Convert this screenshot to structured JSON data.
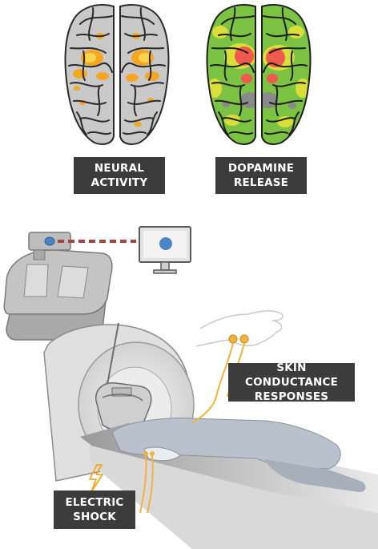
{
  "labels": {
    "neural_activity": [
      "NEURAL",
      "ACTIVITY"
    ],
    "dopamine_release": [
      "DOPAMINE",
      "RELEASE"
    ],
    "skin_conductance": [
      "SKIN CONDUCTANCE",
      "RESPONSES"
    ],
    "electric_shock": [
      "ELECTRIC",
      "SHOCK"
    ]
  },
  "colors": {
    "label_bg": "#3c3c3c",
    "brain_gray": "#c9c9c9",
    "neural_hot": "#f5a623",
    "neural_core": "#fbd34d",
    "dopamine_green": "#7cc243",
    "dopamine_yellow": "#d9de3a",
    "dopamine_red": "#ef5a4c",
    "laser_red": "#a3443f",
    "monitor_dot": "#4a86c5",
    "electrode_wire": "#f2b33d"
  }
}
